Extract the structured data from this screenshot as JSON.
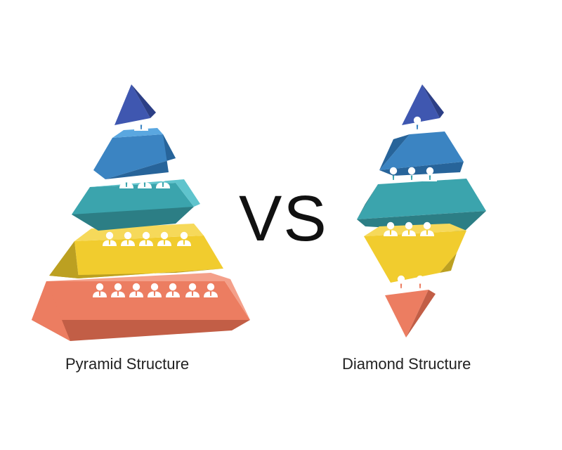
{
  "vs_label": "VS",
  "pyramid": {
    "caption": "Pyramid Structure"
  },
  "diamond": {
    "caption": "Diamond Structure"
  },
  "colors": {
    "navy": [
      "#5b74c8",
      "#3f57b0",
      "#2c3f86"
    ],
    "blue": [
      "#5aa7e0",
      "#3b84c2",
      "#27649a"
    ],
    "teal": [
      "#5fc4cd",
      "#3ba4ad",
      "#2c7e85"
    ],
    "yellow": [
      "#f6d95a",
      "#f1cc2e",
      "#bca021"
    ],
    "salmon": [
      "#f4a08a",
      "#ec7d61",
      "#c25e46"
    ],
    "person": "#ffffff"
  }
}
